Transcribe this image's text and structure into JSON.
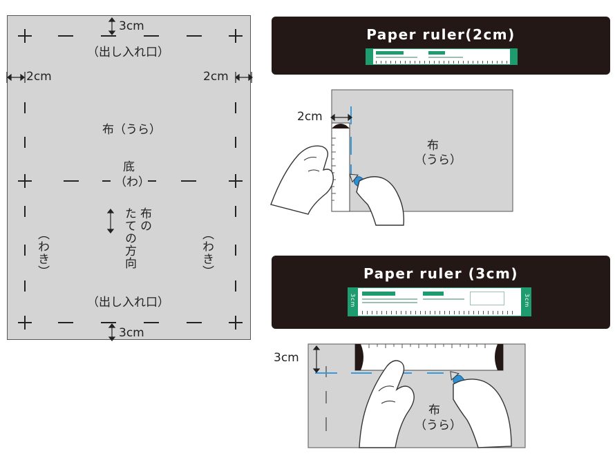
{
  "left_diagram": {
    "top_margin": "3cm",
    "bottom_margin": "3cm",
    "left_margin": "2cm",
    "right_margin": "2cm",
    "opening_top": "（出し入れ口）",
    "opening_bottom": "（出し入れ口）",
    "fabric_back": "布（うら）",
    "bottom_fold_line1": "底",
    "bottom_fold_line2": "（わ）",
    "grain_line1": "布の",
    "grain_line2": "たての方向",
    "side_left": "（わき）",
    "side_right": "（わき）"
  },
  "panel_2cm": {
    "title": "Paper ruler(2cm)",
    "measure": "2cm",
    "fabric_line1": "布",
    "fabric_line2": "（うら）"
  },
  "panel_3cm": {
    "title": "Paper ruler (3cm)",
    "measure": "3cm",
    "ruler_end_left": "3cm",
    "ruler_end_right": "3cm",
    "fabric_line1": "布",
    "fabric_line2": "（うら）"
  },
  "colors": {
    "fabric": "#d4d4d4",
    "banner": "#231815",
    "ruler_green": "#1e9b6f",
    "marker_blue": "#2f8fd0",
    "guide_blue": "#3a9ad9"
  }
}
